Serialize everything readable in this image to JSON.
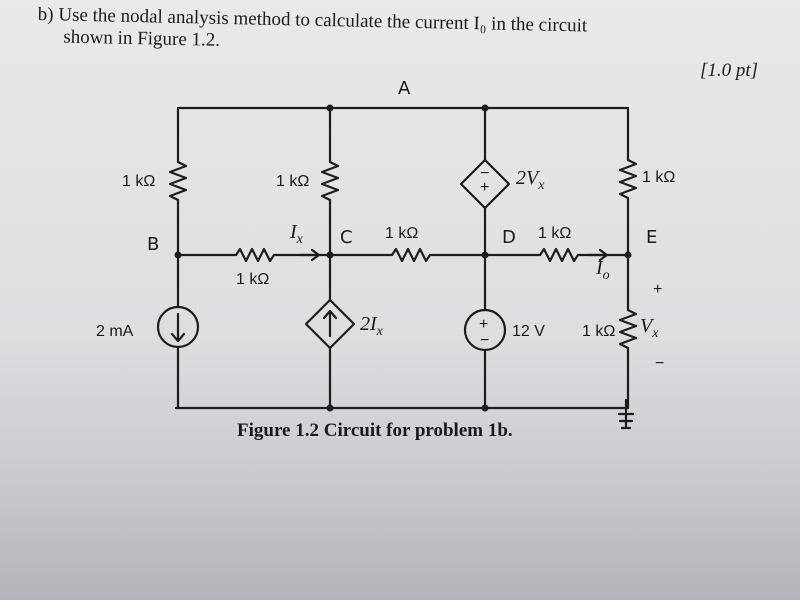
{
  "question": {
    "line1": "b) Use the nodal analysis method to calculate the current I₀ in the circuit",
    "line2": "shown in Figure 1.2.",
    "points": "[1.0 pt]"
  },
  "figure": {
    "caption": "Figure 1.2 Circuit for problem 1b.",
    "resistor_labels": {
      "left_vertical": "1 kΩ",
      "middle_vertical": "1 kΩ",
      "right_vertical": "1 kΩ",
      "horizontal_b": "1 kΩ",
      "horizontal_c": "1 kΩ",
      "horizontal_d": "1 kΩ",
      "bottom_right": "1 kΩ"
    },
    "sources": {
      "current_source": "2 mA",
      "dependent_current": "2I",
      "dependent_current_sub": "x",
      "dependent_voltage": "2V",
      "dependent_voltage_sub": "x",
      "voltage_source": "12 V"
    },
    "variables": {
      "ix": "I",
      "ix_sub": "x",
      "io": "I",
      "io_sub": "o",
      "vx": "V",
      "vx_sub": "x",
      "plus": "+",
      "minus": "−"
    },
    "node_labels": {
      "a": "A",
      "b": "B",
      "c": "C",
      "d": "D",
      "e": "E"
    }
  }
}
